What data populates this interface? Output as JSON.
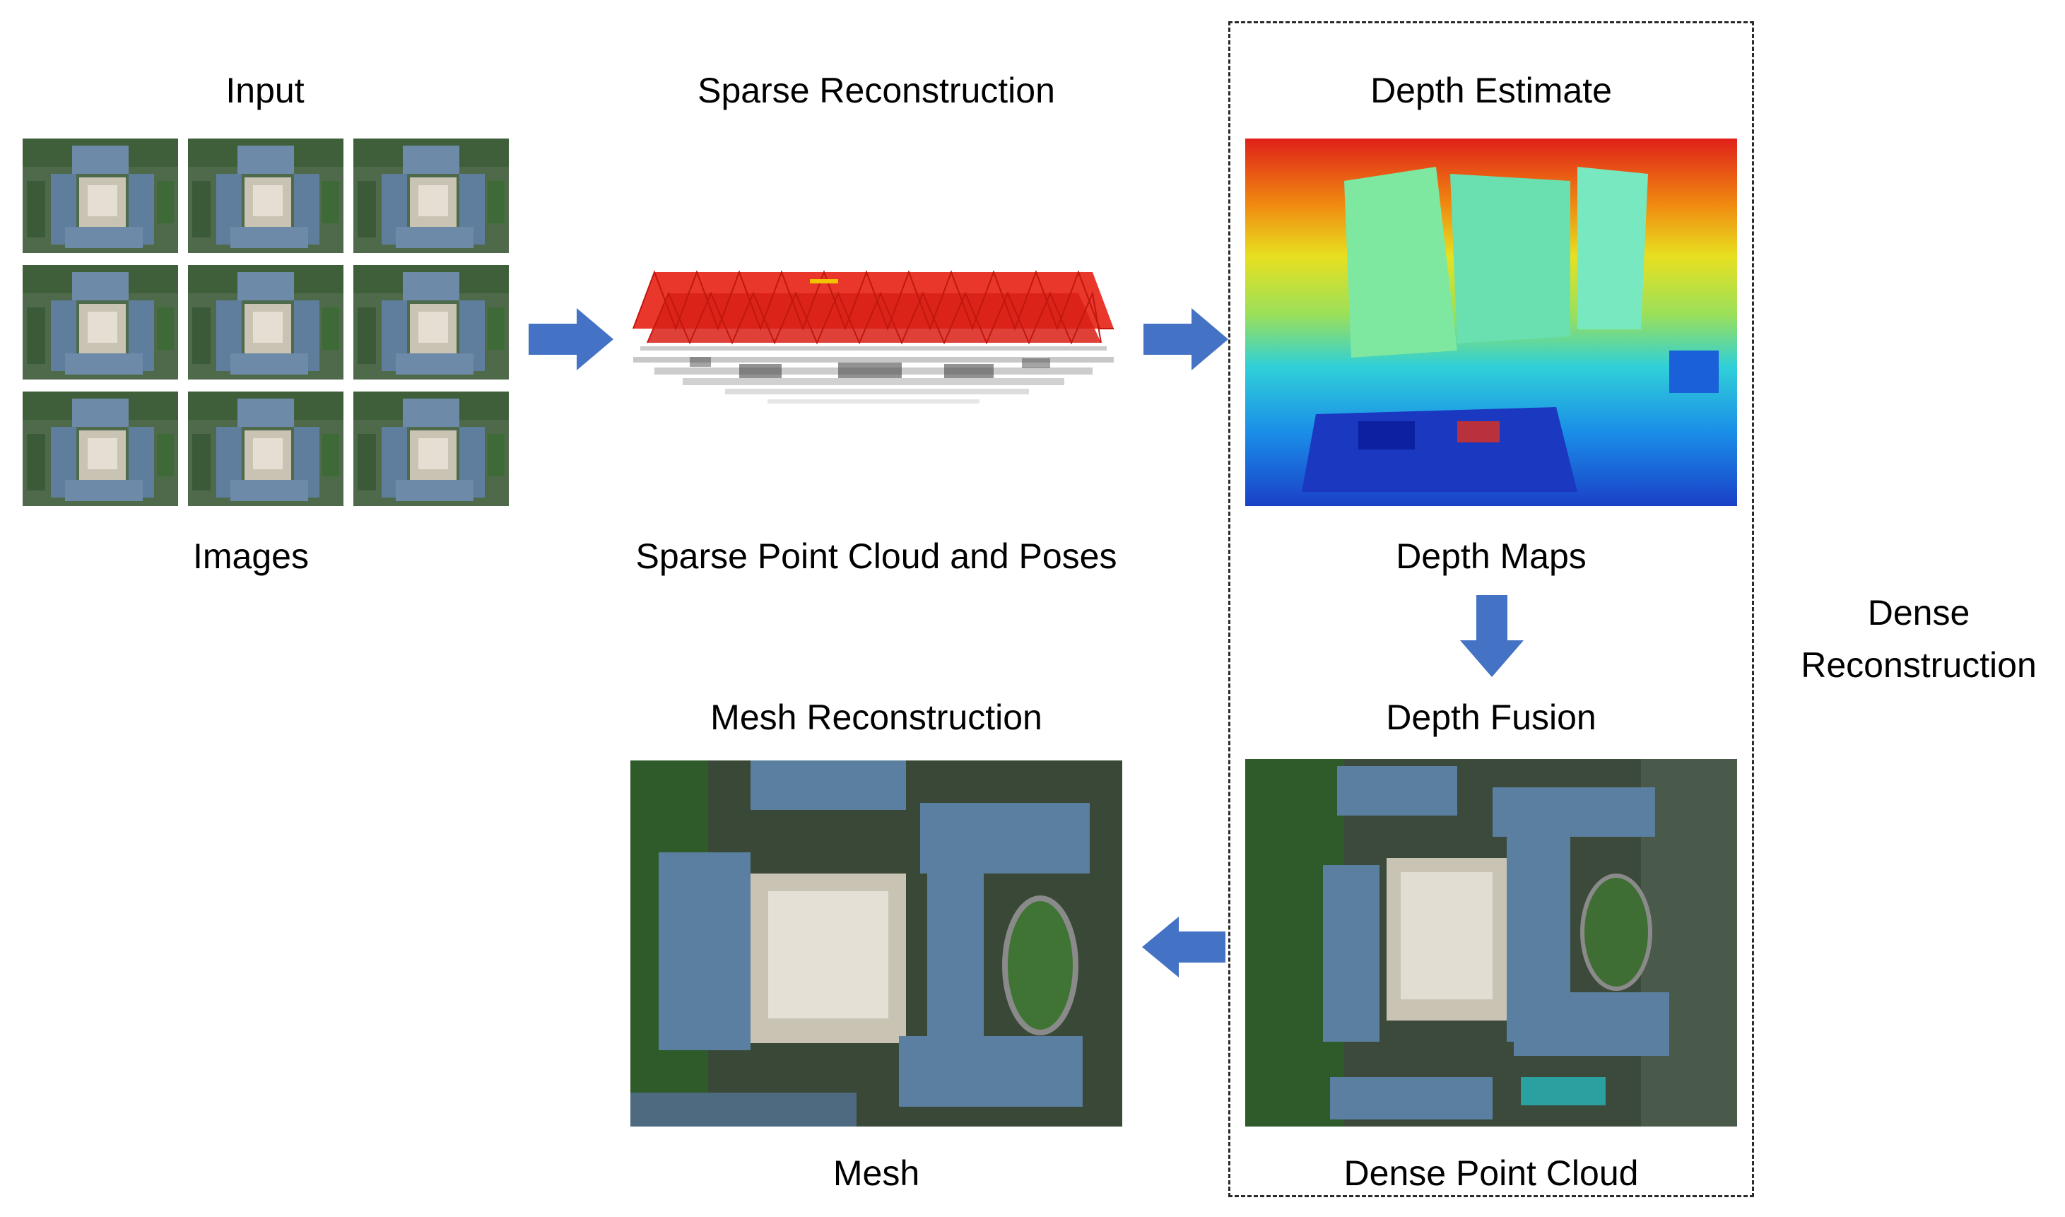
{
  "labels": {
    "input_title": "Input",
    "input_caption": "Images",
    "sparse_title": "Sparse Reconstruction",
    "sparse_caption": "Sparse Point Cloud and Poses",
    "depth_title": "Depth Estimate",
    "depth_caption": "Depth Maps",
    "fusion_title": "Depth Fusion",
    "fusion_caption": "Dense Point Cloud",
    "mesh_title": "Mesh Reconstruction",
    "mesh_caption": "Mesh",
    "dense_group_line1": "Dense",
    "dense_group_line2": "Reconstruction"
  },
  "colors": {
    "arrow": "#4472c4",
    "camera_frustum": "#e8261a",
    "roof_blue": "#5b7fa0",
    "vegetation": "#2f5a2a"
  }
}
